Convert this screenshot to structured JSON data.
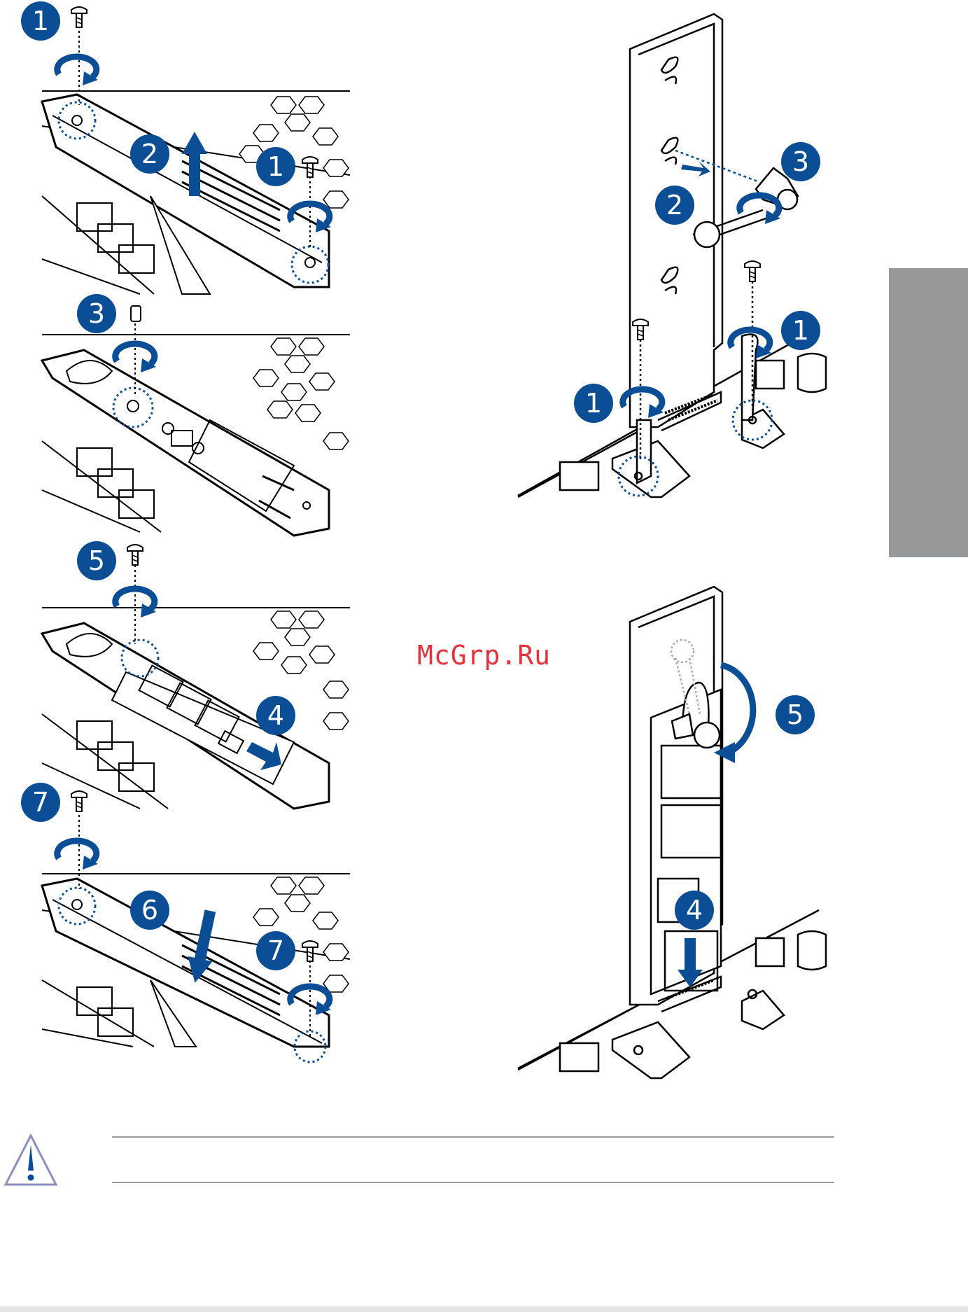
{
  "watermark": "McGrp.Ru",
  "colors": {
    "accent": "#0b4e96",
    "watermark": "#e8313a",
    "tab": "#97989a"
  },
  "icons": [
    "screw-icon",
    "standoff-icon",
    "warning-triangle-icon",
    "rotate-arrow-icon"
  ],
  "left_steps": [
    "1",
    "1",
    "2",
    "3",
    "5",
    "4",
    "7",
    "7",
    "6"
  ],
  "right_steps_top": [
    "1",
    "1",
    "2",
    "3"
  ],
  "right_steps_bottom": [
    "4",
    "5"
  ]
}
